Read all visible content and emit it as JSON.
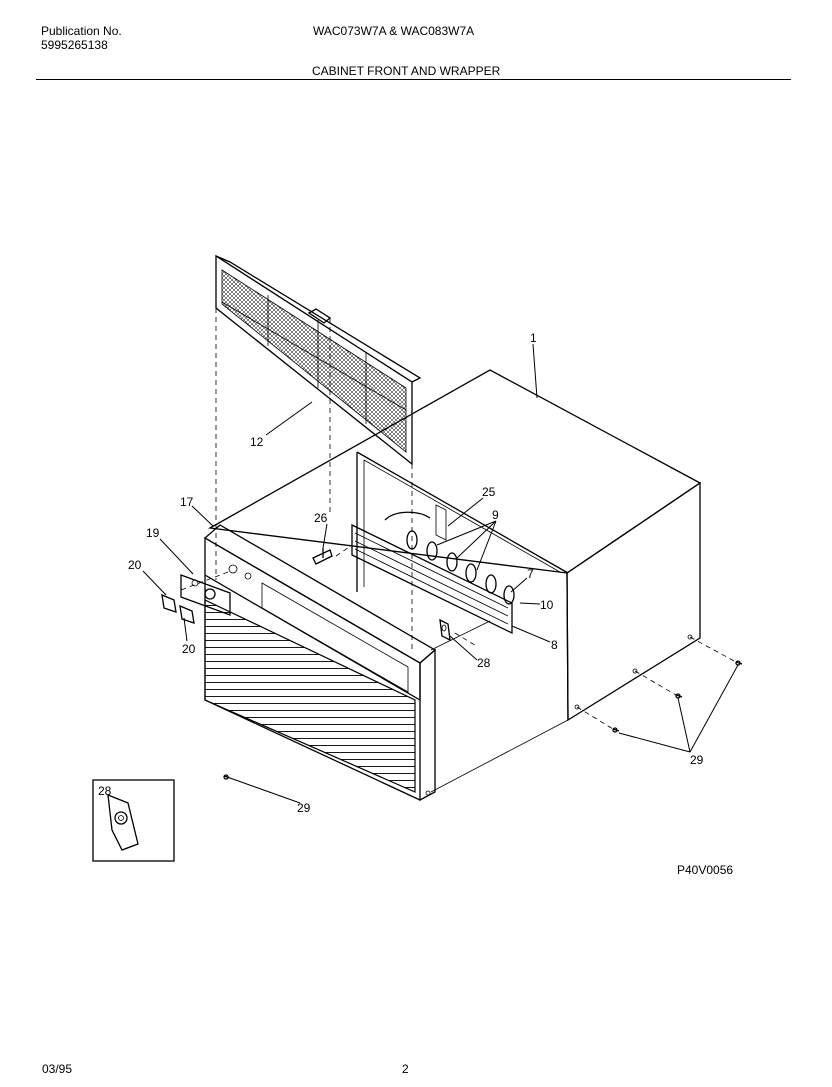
{
  "header": {
    "publication_label": "Publication No.",
    "publication_number": "5995265138",
    "models": "WAC073W7A & WAC083W7A",
    "section_title": "CABINET FRONT AND WRAPPER"
  },
  "diagram": {
    "callouts": {
      "c1": "1",
      "c12": "12",
      "c17": "17",
      "c19": "19",
      "c20a": "20",
      "c20b": "20",
      "c25": "25",
      "c26": "26",
      "c28a": "28",
      "c28b": "28",
      "c7": "7",
      "c8": "8",
      "c9": "9",
      "c10": "10",
      "c29a": "29",
      "c29b": "29"
    },
    "drawing_code": "P40V0056"
  },
  "footer": {
    "date": "03/95",
    "page": "2"
  }
}
